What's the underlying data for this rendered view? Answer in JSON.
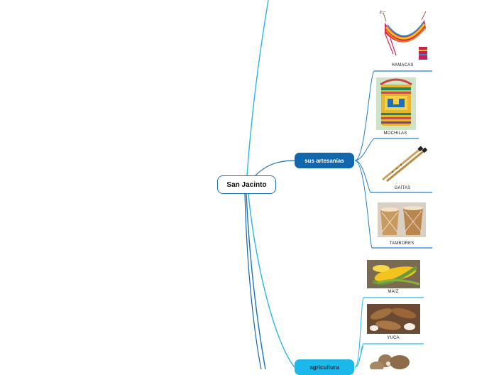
{
  "root": {
    "label": "San Jacinto"
  },
  "branches": [
    {
      "label": "sus artesanías",
      "color": "#1167ad",
      "leaves": [
        {
          "label": "HAMACAS",
          "icon": "hammock-image"
        },
        {
          "label": "MOCHILAS",
          "icon": "woven-bag-image"
        },
        {
          "label": "GAITAS",
          "icon": "flutes-image"
        },
        {
          "label": "TAMBORES",
          "icon": "drums-image"
        }
      ]
    },
    {
      "label": "agricultura",
      "color": "#1cb8ea",
      "leaves": [
        {
          "label": "MAIZ",
          "icon": "corn-image"
        },
        {
          "label": "YUCA",
          "icon": "cassava-image"
        },
        {
          "label": "",
          "icon": "yam-image"
        }
      ]
    }
  ],
  "colors": {
    "link_light": "#29b6e8",
    "link_dark": "#1a73b8",
    "leaf_line": "#1e7fc8"
  }
}
